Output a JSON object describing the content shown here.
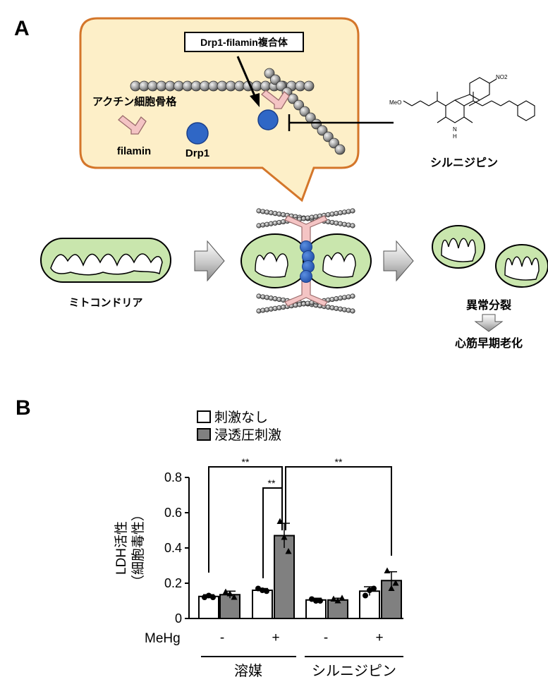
{
  "panel_a": {
    "label": "A",
    "complex_label": "Drp1-filamin複合体",
    "actin_label": "アクチン細胞骨格",
    "filamin_label": "filamin",
    "drp1_label": "Drp1",
    "drug_label": "シルニジピン",
    "molecule": {
      "no2": "NO2",
      "meo": "MeO",
      "nh_n": "N",
      "nh_h": "H"
    },
    "mito_label": "ミトコンドリア",
    "fission_label": "異常分裂",
    "aging_label": "心筋早期老化",
    "colors": {
      "callout_fill": "#fdefc8",
      "callout_stroke": "#d4762a",
      "mito_fill": "#c9e6ad",
      "drp1": "#2f67c6",
      "filamin": "#f4c4c4"
    }
  },
  "panel_b": {
    "label": "B",
    "legend": {
      "unstim": "刺激なし",
      "osmotic": "浸透圧刺激"
    },
    "ylabel_main": "LDH活性",
    "ylabel_sub": "（細胞毒性）",
    "yticks": [
      "0",
      "0.2",
      "0.4",
      "0.6",
      "0.8"
    ],
    "sig": [
      "**",
      "**",
      "**"
    ],
    "mehg_label": "MeHg",
    "mehg_values": [
      "-",
      "+",
      "-",
      "+"
    ],
    "group_labels": [
      "溶媒",
      "シルニジピン"
    ]
  },
  "chart_data": {
    "type": "bar",
    "ylim": [
      0,
      0.8
    ],
    "categories": [
      "溶媒 MeHg -",
      "溶媒 MeHg +",
      "シルニジピン MeHg -",
      "シルニジピン MeHg +"
    ],
    "series": [
      {
        "name": "刺激なし",
        "color": "#ffffff",
        "values": [
          0.125,
          0.16,
          0.105,
          0.155
        ],
        "errors": [
          0.01,
          0.01,
          0.01,
          0.025
        ]
      },
      {
        "name": "浸透圧刺激",
        "color": "#808080",
        "values": [
          0.135,
          0.47,
          0.105,
          0.215
        ],
        "errors": [
          0.02,
          0.07,
          0.01,
          0.05
        ]
      }
    ],
    "points": [
      [
        [
          0.12,
          0.13,
          0.12
        ],
        [
          0.15,
          0.14,
          0.12
        ]
      ],
      [
        [
          0.17,
          0.16,
          0.155
        ],
        [
          0.55,
          0.46,
          0.38
        ]
      ],
      [
        [
          0.11,
          0.1,
          0.1
        ],
        [
          0.11,
          0.1,
          0.115
        ]
      ],
      [
        [
          0.13,
          0.16,
          0.17
        ],
        [
          0.27,
          0.17,
          0.2
        ]
      ]
    ]
  }
}
